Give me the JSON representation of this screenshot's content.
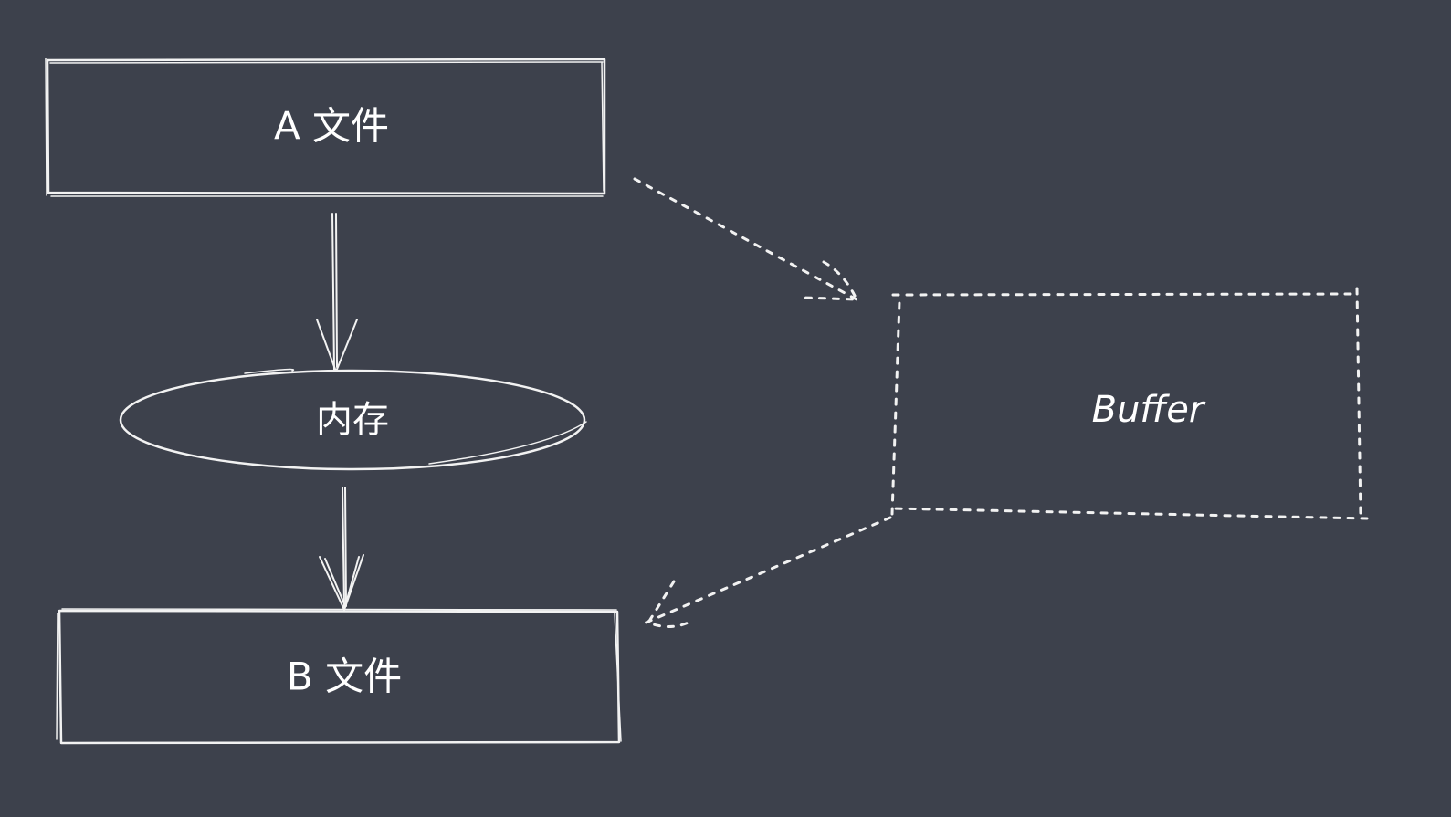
{
  "diagram": {
    "background": "#3d414c",
    "stroke_color": "#f2f2f2",
    "nodes": {
      "file_a": {
        "label": "A 文件",
        "shape": "rectangle",
        "line": "solid"
      },
      "memory": {
        "label": "内存",
        "shape": "ellipse",
        "line": "solid"
      },
      "file_b": {
        "label": "B 文件",
        "shape": "rectangle",
        "line": "solid"
      },
      "buffer": {
        "label": "Buffer",
        "shape": "rectangle",
        "line": "dashed"
      }
    },
    "edges": [
      {
        "from": "file_a",
        "to": "memory",
        "line": "solid"
      },
      {
        "from": "memory",
        "to": "file_b",
        "line": "solid"
      },
      {
        "from": "file_a",
        "to": "buffer",
        "line": "dashed"
      },
      {
        "from": "buffer",
        "to": "file_b",
        "line": "dashed"
      }
    ]
  }
}
